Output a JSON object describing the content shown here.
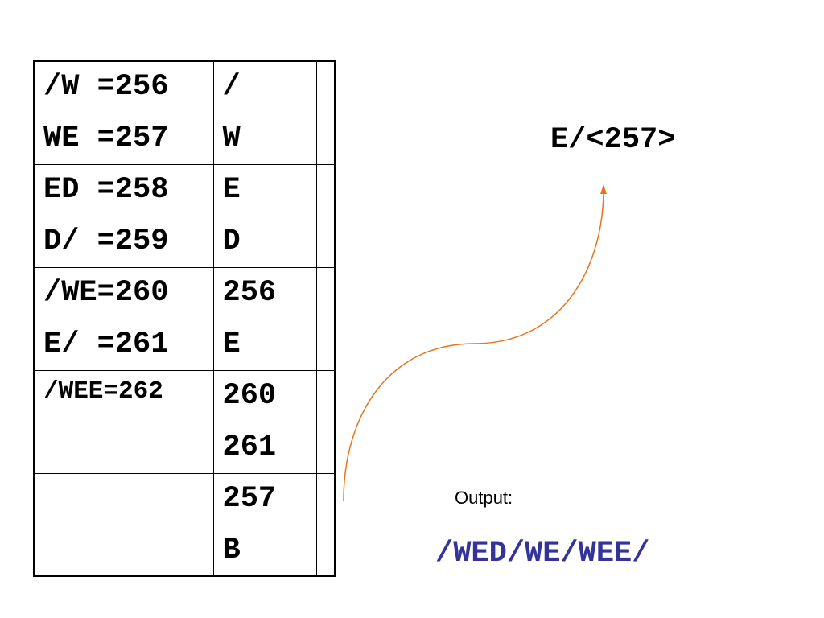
{
  "table": {
    "rows": [
      {
        "code": "/W =256",
        "token": "/"
      },
      {
        "code": "WE =257",
        "token": "W"
      },
      {
        "code": "ED =258",
        "token": "E"
      },
      {
        "code": "D/ =259",
        "token": "D"
      },
      {
        "code": "/WE=260",
        "token": "256"
      },
      {
        "code": "E/ =261",
        "token": "E"
      },
      {
        "code": "/WEE=262",
        "token": "260"
      },
      {
        "code": "",
        "token": "261"
      },
      {
        "code": "",
        "token": "257"
      },
      {
        "code": "",
        "token": "B"
      }
    ]
  },
  "decode_label": "E/<257>",
  "output": {
    "label": "Output:",
    "value": "/WED/WE/WEE/"
  },
  "colors": {
    "arrow": "#e8741e",
    "output_value": "#333399"
  }
}
